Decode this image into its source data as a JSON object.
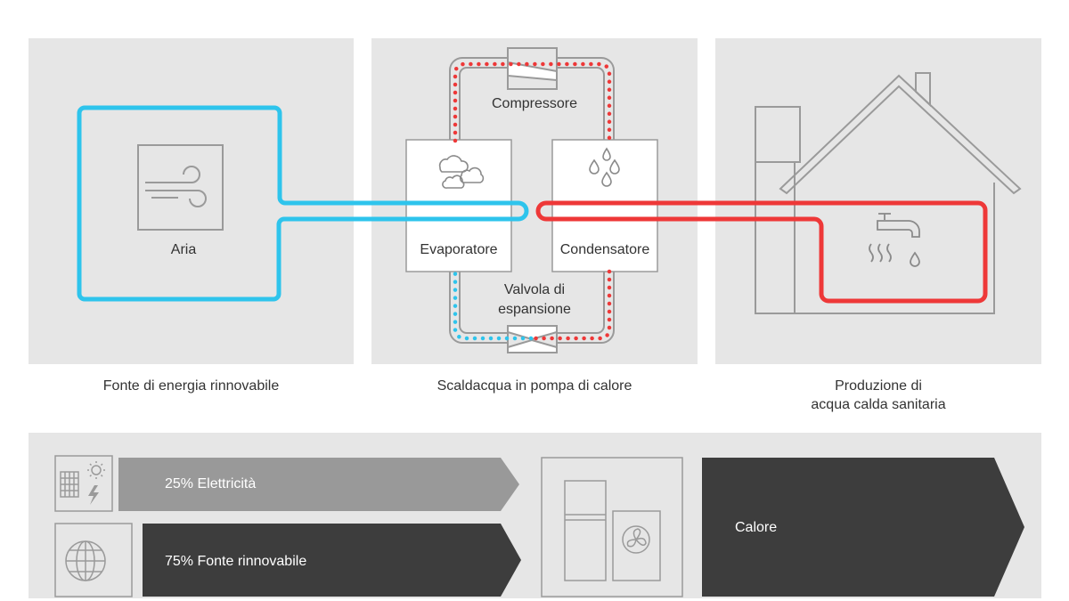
{
  "diagram": {
    "air_label": "Aria",
    "compressor_label": "Compressore",
    "evaporator_label": "Evaporatore",
    "condenser_label": "Condensatore",
    "valve_label_line1": "Valvola di",
    "valve_label_line2": "espansione",
    "caption_left": "Fonte di energia rinnovabile",
    "caption_mid": "Scaldacqua in pompa di calore",
    "caption_right_line1": "Produzione di",
    "caption_right_line2": "acqua calda sanitaria"
  },
  "energy": {
    "electricity_label": "25% Elettricità",
    "renewable_label": "75% Fonte rinnovabile",
    "heat_label": "Calore"
  },
  "colors": {
    "cold_circuit": "#2ec4ec",
    "hot_circuit": "#ee3838",
    "panel_bg": "#e6e6e6",
    "line_gray": "#9a9a9a",
    "arrow_light": "#999999",
    "arrow_dark": "#3d3d3d"
  },
  "icons": [
    "wind-icon",
    "clouds-icon",
    "droplets-icon",
    "house-icon",
    "faucet-icon",
    "solar-panel-icon",
    "sun-icon",
    "lightning-icon",
    "globe-icon",
    "fridge-icon",
    "fan-icon"
  ]
}
